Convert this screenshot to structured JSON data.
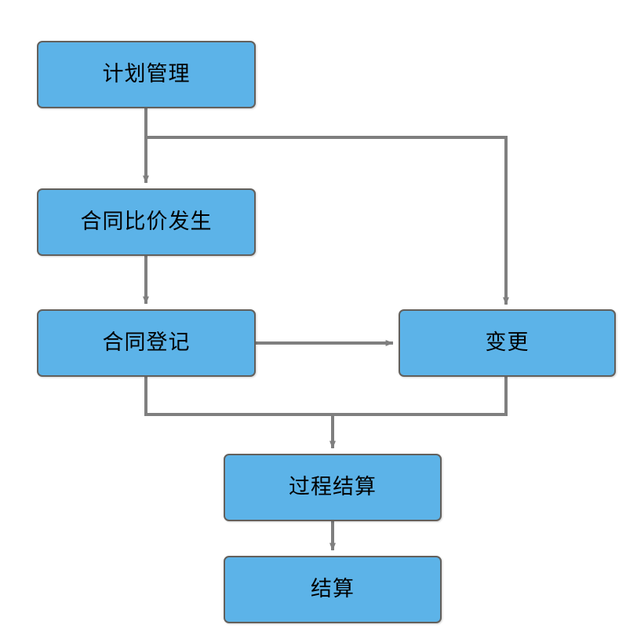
{
  "diagram": {
    "title": "",
    "type": "flowchart",
    "background_color": "#ffffff",
    "node_fill_color": "#5cb3e8",
    "node_border_color": "#63605c",
    "edge_color": "#7f7f7f",
    "text_color": "#000000",
    "nodes": [
      {
        "id": "plan",
        "label": "计划管理"
      },
      {
        "id": "compare",
        "label": "合同比价发生"
      },
      {
        "id": "register",
        "label": "合同登记"
      },
      {
        "id": "change",
        "label": "变更"
      },
      {
        "id": "process",
        "label": "过程结算"
      },
      {
        "id": "settle",
        "label": "结算"
      }
    ],
    "edges": [
      {
        "from": "plan",
        "to": "compare",
        "label": ""
      },
      {
        "from": "plan",
        "to": "change",
        "label": ""
      },
      {
        "from": "compare",
        "to": "register",
        "label": ""
      },
      {
        "from": "register",
        "to": "change",
        "label": ""
      },
      {
        "from": "register",
        "to": "process",
        "label": ""
      },
      {
        "from": "change",
        "to": "process",
        "label": ""
      },
      {
        "from": "process",
        "to": "settle",
        "label": ""
      }
    ]
  }
}
